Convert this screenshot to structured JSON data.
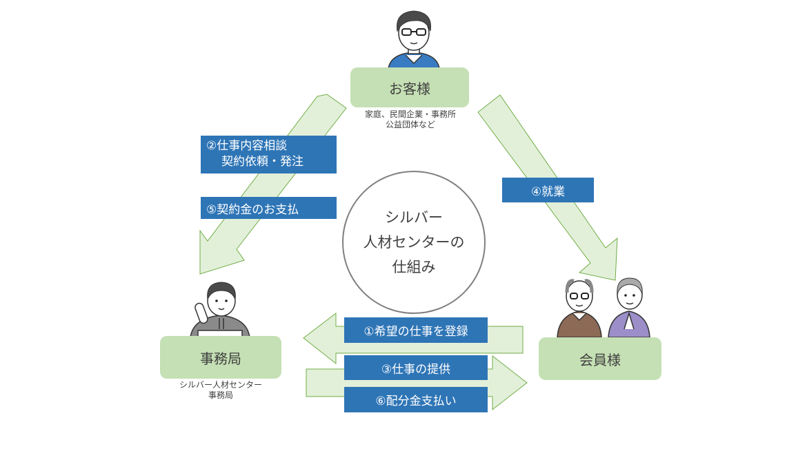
{
  "title": "シルバー人材センターの仕組み",
  "center": {
    "lines": [
      "シルバー",
      "人材センターの",
      "仕組み"
    ]
  },
  "nodes": {
    "customer": {
      "label": "お客様",
      "sub": [
        "家庭、民間企業・事務所",
        "公益団体など"
      ]
    },
    "office": {
      "label": "事務局",
      "sub": [
        "シルバー人材センター",
        "事務局"
      ]
    },
    "member": {
      "label": "会員様"
    }
  },
  "flows": {
    "step1": "①希望の仕事を登録",
    "step2": [
      "②仕事内容相談",
      "契約依頼・発注"
    ],
    "step3": "③仕事の提供",
    "step4": "④就業",
    "step5": "⑤契約金のお支払",
    "step6": "⑥配分金支払い"
  },
  "colors": {
    "node_fill": "#c5e0b4",
    "arrow_fill": "#e2f0d9",
    "arrow_stroke": "#70ad47",
    "label_fill": "#2e75b6",
    "circle_stroke": "#7f7f7f"
  }
}
